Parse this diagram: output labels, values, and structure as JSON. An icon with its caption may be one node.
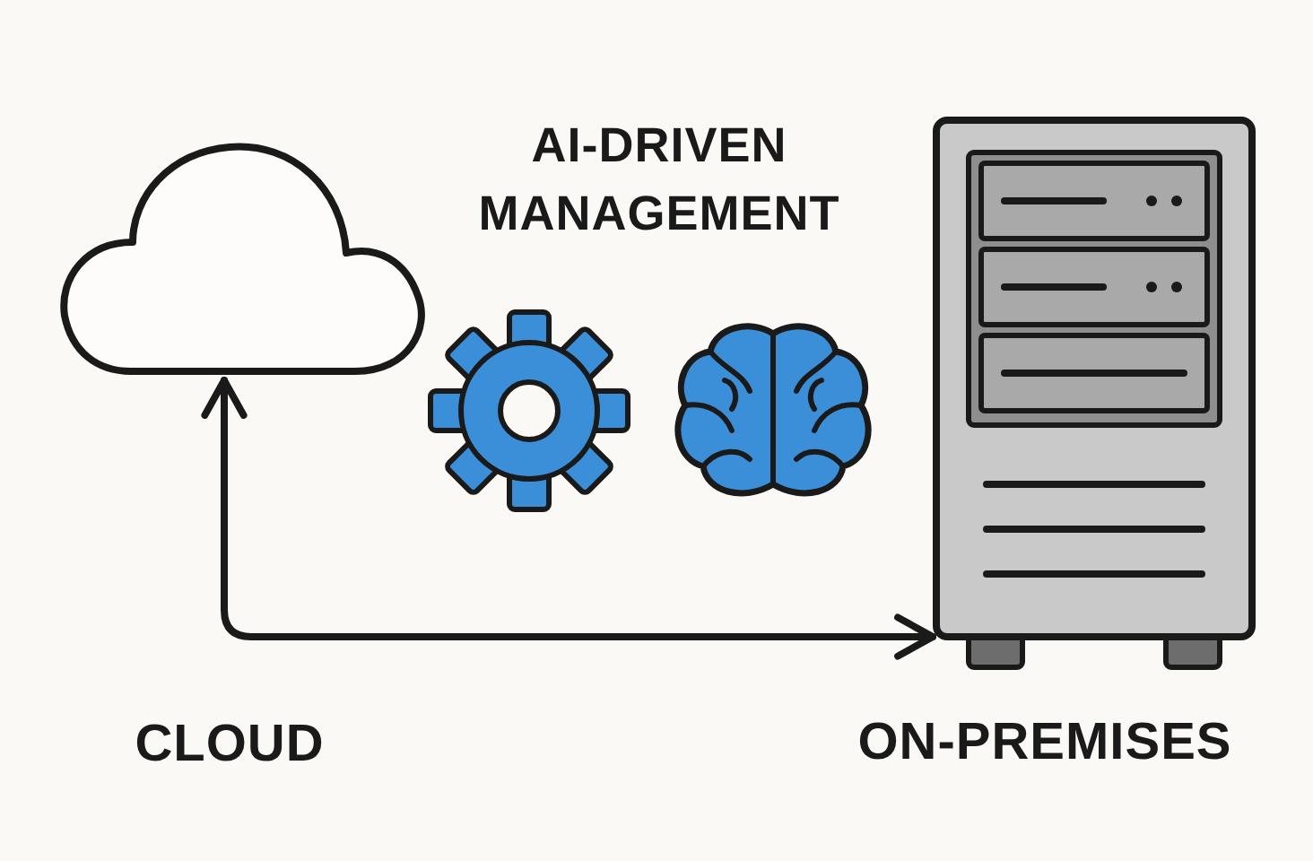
{
  "diagram": {
    "nodes": [
      {
        "text": [],
        "shape": "cloud"
      },
      {
        "text": [],
        "shape": "picture",
        "beside": [
          "ON-PREMISES"
        ]
      }
    ],
    "edges": [
      {
        "from": 0,
        "to": 1,
        "arrow": "both"
      }
    ],
    "labels": [
      "AI-DRIVEN MANAGEMENT",
      "CLOUD"
    ]
  }
}
